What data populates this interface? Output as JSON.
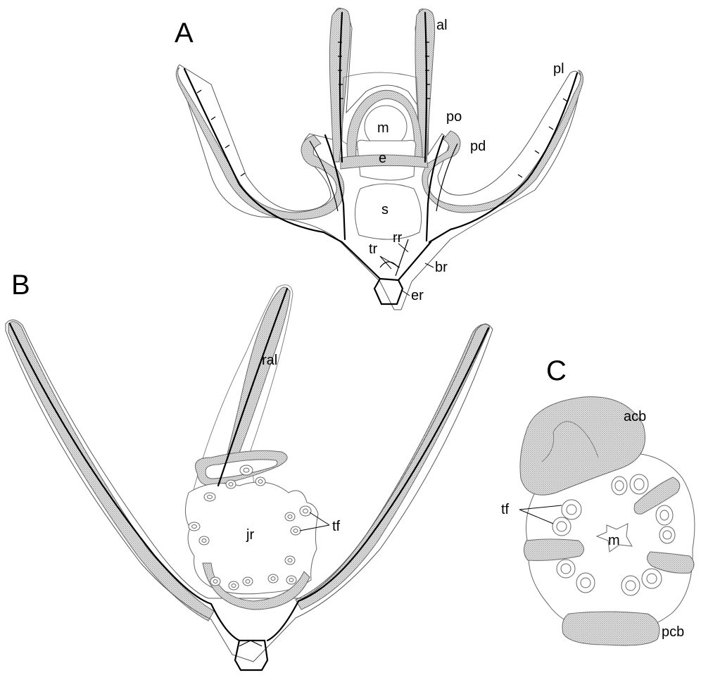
{
  "panels": {
    "a": {
      "label": "A",
      "structures": {
        "al": "al",
        "pl": "pl",
        "po": "po",
        "pd": "pd",
        "m": "m",
        "e": "e",
        "s": "s",
        "rr": "rr",
        "tr": "tr",
        "br": "br",
        "er": "er"
      }
    },
    "b": {
      "label": "B",
      "structures": {
        "ral": "ral",
        "jr": "jr",
        "tf": "tf"
      }
    },
    "c": {
      "label": "C",
      "structures": {
        "acb": "acb",
        "tf": "tf",
        "m": "m",
        "pcb": "pcb"
      }
    }
  },
  "colors": {
    "stipple": "#9a9a9a",
    "stroke": "#000000",
    "outline": "#555555"
  }
}
